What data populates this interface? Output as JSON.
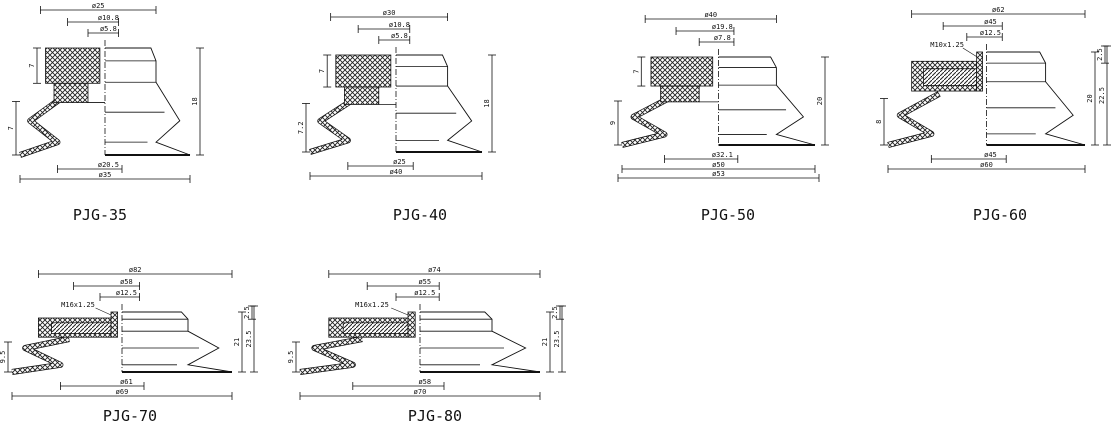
{
  "figures": [
    {
      "name": "PJG-35",
      "top_dims": [
        "ø25",
        "ø10.8",
        "ø5.8"
      ],
      "bottom_dims": [
        "ø20.5",
        "ø35"
      ],
      "left_dims": [
        "7",
        "7"
      ],
      "right_dims": [
        "18"
      ],
      "thread": ""
    },
    {
      "name": "PJG-40",
      "top_dims": [
        "ø30",
        "ø10.8",
        "ø5.8"
      ],
      "bottom_dims": [
        "ø25",
        "ø40"
      ],
      "left_dims": [
        "7",
        "7.2"
      ],
      "right_dims": [
        "18"
      ],
      "thread": ""
    },
    {
      "name": "PJG-50",
      "top_dims": [
        "ø40",
        "ø19.8",
        "ø7.8"
      ],
      "bottom_dims": [
        "ø32.1",
        "ø50",
        "ø53"
      ],
      "left_dims": [
        "7",
        "9"
      ],
      "right_dims": [
        "20"
      ],
      "thread": ""
    },
    {
      "name": "PJG-60",
      "top_dims": [
        "ø62",
        "ø45",
        "ø12.5"
      ],
      "bottom_dims": [
        "ø45",
        "ø60"
      ],
      "left_dims": [
        "8"
      ],
      "right_dims": [
        "20",
        "22.5",
        "2.5"
      ],
      "thread": "M10x1.25"
    },
    {
      "name": "PJG-70",
      "top_dims": [
        "ø82",
        "ø58",
        "ø12.5"
      ],
      "bottom_dims": [
        "ø61",
        "ø69"
      ],
      "left_dims": [
        "9.5"
      ],
      "right_dims": [
        "21",
        "23.5",
        "2.5"
      ],
      "thread": "M16x1.25"
    },
    {
      "name": "PJG-80",
      "top_dims": [
        "ø74",
        "ø55",
        "ø12.5"
      ],
      "bottom_dims": [
        "ø58",
        "ø70"
      ],
      "left_dims": [
        "9.5"
      ],
      "right_dims": [
        "21",
        "23.5",
        "2.5"
      ],
      "thread": "M16x1.25"
    }
  ],
  "colors": {
    "line": "#111111",
    "background": "#ffffff"
  }
}
